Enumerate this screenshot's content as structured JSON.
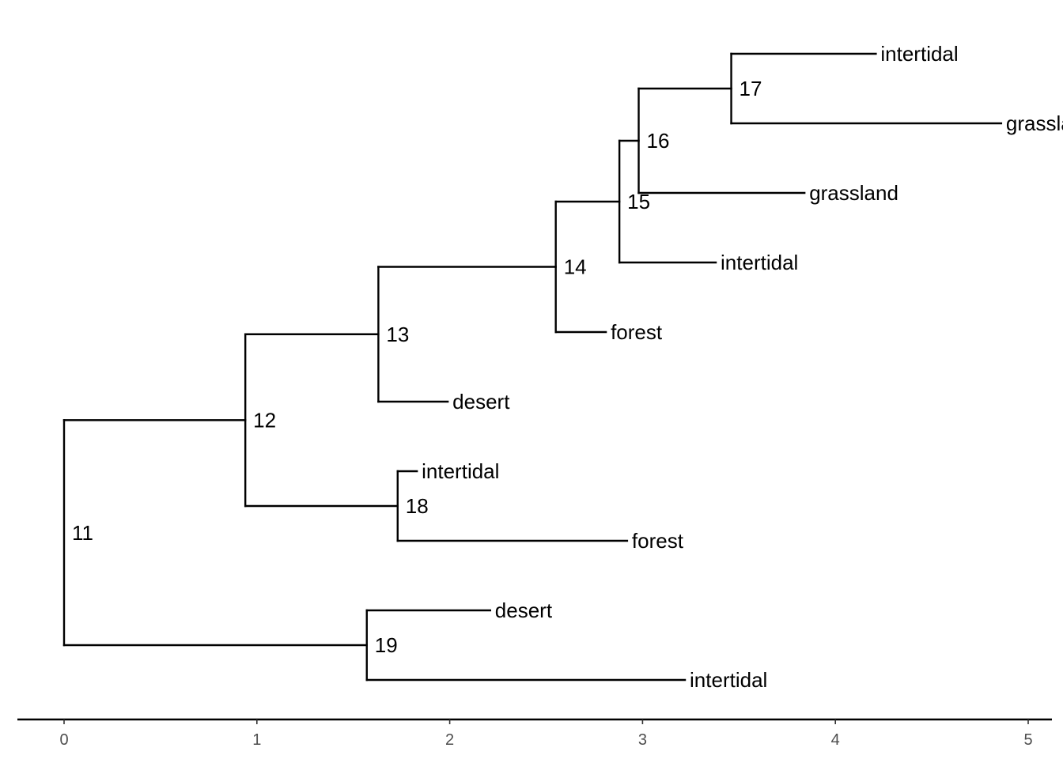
{
  "chart_data": {
    "type": "tree",
    "x_axis": {
      "range": [
        0,
        5
      ],
      "ticks": [
        0,
        1,
        2,
        3,
        4,
        5
      ],
      "tick_labels": [
        "0",
        "1",
        "2",
        "3",
        "4",
        "5"
      ]
    },
    "root": "11",
    "nodes": [
      {
        "id": "11",
        "label": "11",
        "x": 0.0,
        "children": [
          "12",
          "19"
        ]
      },
      {
        "id": "12",
        "label": "12",
        "x": 0.94,
        "children": [
          "13",
          "18"
        ]
      },
      {
        "id": "13",
        "label": "13",
        "x": 1.63,
        "children": [
          "14",
          "t6"
        ]
      },
      {
        "id": "14",
        "label": "14",
        "x": 2.55,
        "children": [
          "15",
          "t5"
        ]
      },
      {
        "id": "15",
        "label": "15",
        "x": 2.88,
        "children": [
          "16",
          "t4"
        ]
      },
      {
        "id": "16",
        "label": "16",
        "x": 2.98,
        "children": [
          "17",
          "t3"
        ]
      },
      {
        "id": "17",
        "label": "17",
        "x": 3.46,
        "children": [
          "t1",
          "t2"
        ]
      },
      {
        "id": "18",
        "label": "18",
        "x": 1.73,
        "children": [
          "t7",
          "t8"
        ]
      },
      {
        "id": "19",
        "label": "19",
        "x": 1.57,
        "children": [
          "t9",
          "t10"
        ]
      }
    ],
    "tips": [
      {
        "id": "t1",
        "label": "intertidal",
        "x": 4.21,
        "order": 1
      },
      {
        "id": "t2",
        "label": "grassland",
        "x": 4.86,
        "order": 2
      },
      {
        "id": "t3",
        "label": "grassland",
        "x": 3.84,
        "order": 3
      },
      {
        "id": "t4",
        "label": "intertidal",
        "x": 3.38,
        "order": 4
      },
      {
        "id": "t5",
        "label": "forest",
        "x": 2.81,
        "order": 5
      },
      {
        "id": "t6",
        "label": "desert",
        "x": 1.99,
        "order": 6
      },
      {
        "id": "t7",
        "label": "intertidal",
        "x": 1.83,
        "order": 7
      },
      {
        "id": "t8",
        "label": "forest",
        "x": 2.92,
        "order": 8
      },
      {
        "id": "t9",
        "label": "desert",
        "x": 2.21,
        "order": 9
      },
      {
        "id": "t10",
        "label": "intertidal",
        "x": 3.22,
        "order": 10
      }
    ]
  }
}
